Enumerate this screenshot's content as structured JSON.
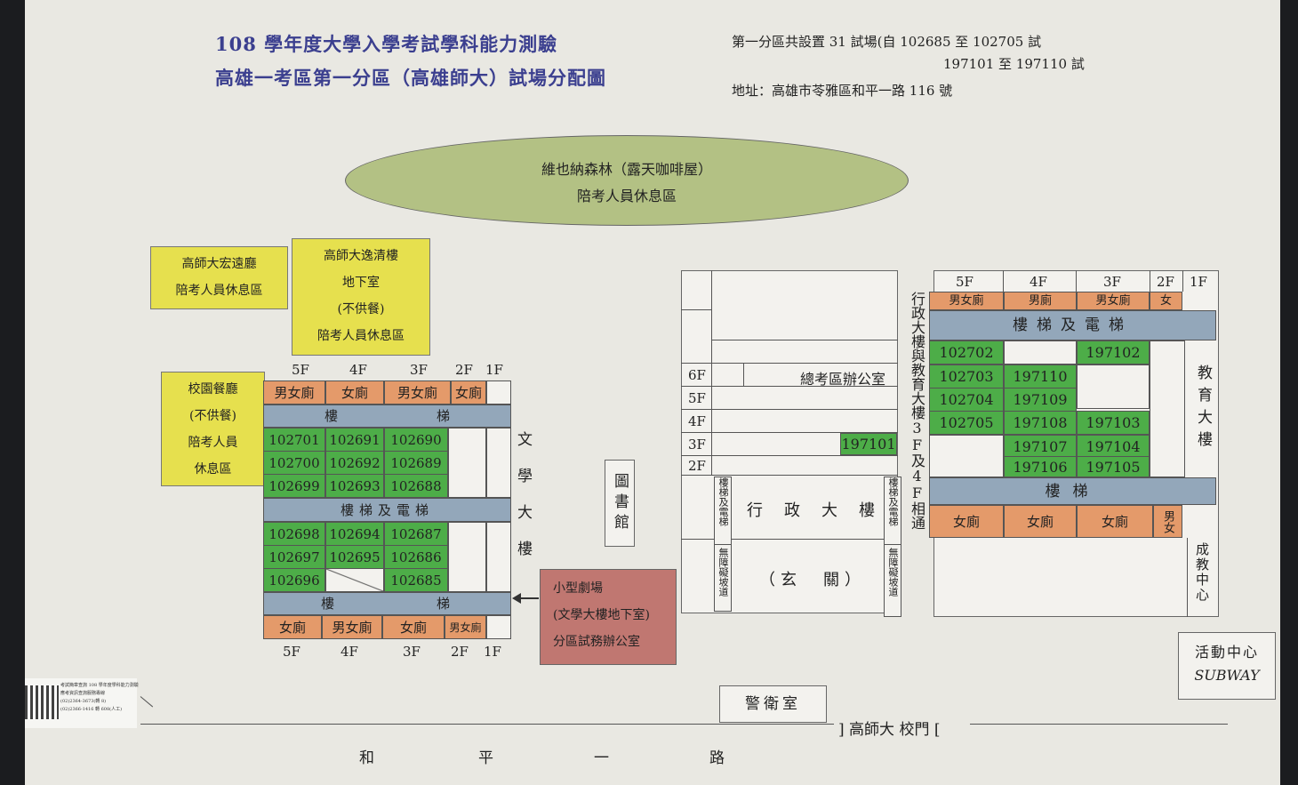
{
  "header": {
    "title_line1": "108 學年度大學入學考試學科能力測驗",
    "title_line2": "高雄一考區第一分區（高雄師大）試場分配圖",
    "info_line1": "第一分區共設置 31 試場(自 102685 至 102705 試",
    "info_line2": "197101 至 197110 試",
    "address": "地址：高雄市苓雅區和平一路 116 號"
  },
  "rest_areas": {
    "vienna": {
      "line1": "維也納森林（露天咖啡屋）",
      "line2": "陪考人員休息區"
    },
    "hongyuan": {
      "line1": "高師大宏遠廳",
      "line2": "陪考人員休息區"
    },
    "yiqing": {
      "line1": "高師大逸清樓",
      "line2": "地下室",
      "line3": "(不供餐)",
      "line4": "陪考人員休息區"
    },
    "canteen": {
      "line1": "校園餐廳",
      "line2": "(不供餐)",
      "line3": "陪考人員",
      "line4": "休息區"
    }
  },
  "floors": {
    "f5": "5F",
    "f4": "4F",
    "f3": "3F",
    "f2": "2F",
    "f1": "1F",
    "f6": "6F"
  },
  "literature": {
    "top_toilets": [
      "男女廁",
      "女廁",
      "男女廁",
      "女廁"
    ],
    "stairs_top": [
      "樓",
      "梯"
    ],
    "stairs_elev": "樓梯及電梯",
    "stairs_bottom": [
      "樓",
      "梯"
    ],
    "rooms_upper": [
      [
        "102701",
        "102691",
        "102690"
      ],
      [
        "102700",
        "102692",
        "102689"
      ],
      [
        "102699",
        "102693",
        "102688"
      ]
    ],
    "rooms_lower": [
      [
        "102698",
        "102694",
        "102687"
      ],
      [
        "102697",
        "102695",
        "102686"
      ],
      [
        "102696",
        "",
        "102685"
      ]
    ],
    "bottom_toilets": [
      "女廁",
      "男女廁",
      "女廁",
      "男女廁"
    ],
    "building_name": "文學大樓"
  },
  "library": "圖書館",
  "theater": {
    "line1": "小型劇場",
    "line2": "(文學大樓地下室)",
    "line3": "分區試務辦公室"
  },
  "admin": {
    "office": "總考區辦公室",
    "room": "197101",
    "name": "行政大樓",
    "lobby": "（玄　關）",
    "stairs_elev": "樓梯及電梯",
    "ramp": "無障礙坡道",
    "connector": "行政大樓與教育大樓3F及4F相通"
  },
  "education": {
    "top_toilets": [
      "男女廁",
      "男廁",
      "男女廁",
      "女"
    ],
    "stairs_elev": "樓梯及電梯",
    "rooms_4f": [
      "102702",
      "102703",
      "102704",
      "102705"
    ],
    "rooms_3f_left": [
      "197110",
      "197109",
      "197108",
      "197107",
      "197106"
    ],
    "rooms_3f_right": [
      "197102",
      "197103",
      "197104",
      "197105"
    ],
    "stairs": "樓梯",
    "bottom_toilets": [
      "女廁",
      "女廁",
      "女廁",
      "男女"
    ],
    "name": "教育大樓",
    "cheng": "成教中心"
  },
  "activity": {
    "line1": "活動中心",
    "line2": "SUBWAY"
  },
  "guard": "警衛室",
  "gate": "] 高師大 校門 [",
  "road": [
    "和",
    "平",
    "一",
    "路"
  ],
  "qr_note": {
    "line1": "考試簡章查詢 108 學年度學科能力測驗",
    "line2": "應考資訊查詢服務專線",
    "line3": "(02)2364-3673(轉 8)",
    "line4": "(02)2366-1416 轉 608(人工)"
  }
}
